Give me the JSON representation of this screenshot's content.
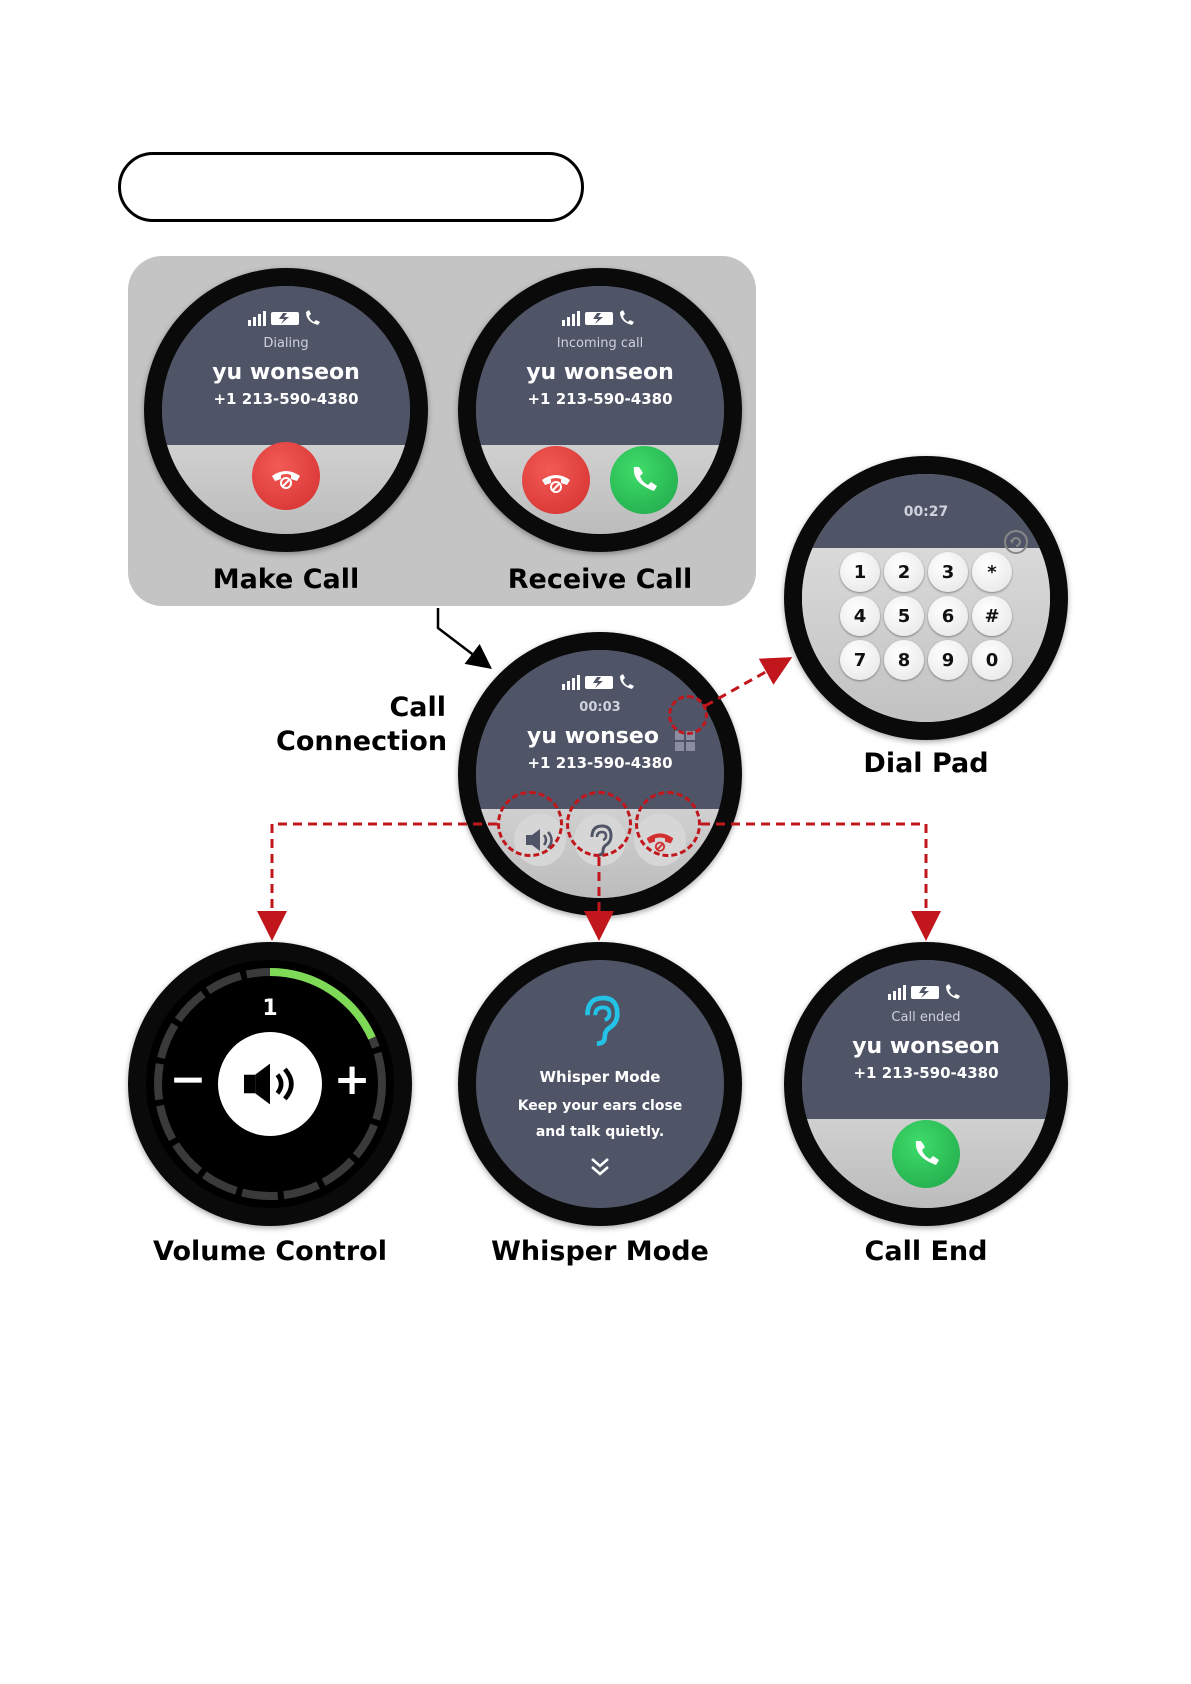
{
  "title_box": "",
  "phones": {
    "make_call": {
      "status": "Dialing",
      "name": "yu wonseon",
      "number": "+1 213-590-4380",
      "label": "Make Call"
    },
    "receive_call": {
      "status": "Incoming call",
      "name": "yu wonseon",
      "number": "+1 213-590-4380",
      "label": "Receive Call"
    },
    "call_connection": {
      "timer": "00:03",
      "name": "yu wonseo",
      "number": "+1 213-590-4380",
      "label_line1": "Call",
      "label_line2": "Connection"
    },
    "dial_pad": {
      "timer": "00:27",
      "keys": [
        "1",
        "2",
        "3",
        "*",
        "4",
        "5",
        "6",
        "#",
        "7",
        "8",
        "9",
        "0"
      ],
      "label": "Dial Pad"
    },
    "volume_control": {
      "level": "1",
      "minus": "−",
      "plus": "+",
      "label": "Volume Control"
    },
    "whisper_mode": {
      "title": "Whisper Mode",
      "line1": "Keep your ears close",
      "line2": "and talk quietly.",
      "label": "Whisper Mode"
    },
    "call_end": {
      "status": "Call ended",
      "name": "yu wonseon",
      "number": "+1 213-590-4380",
      "label": "Call End"
    }
  },
  "colors": {
    "accent_red": "#c1161c",
    "call_red": "#d32f2f",
    "call_green": "#1ea548",
    "screen_dark": "#4f5467",
    "whisper_cyan": "#22c3e6",
    "volume_green": "#7ed957"
  }
}
